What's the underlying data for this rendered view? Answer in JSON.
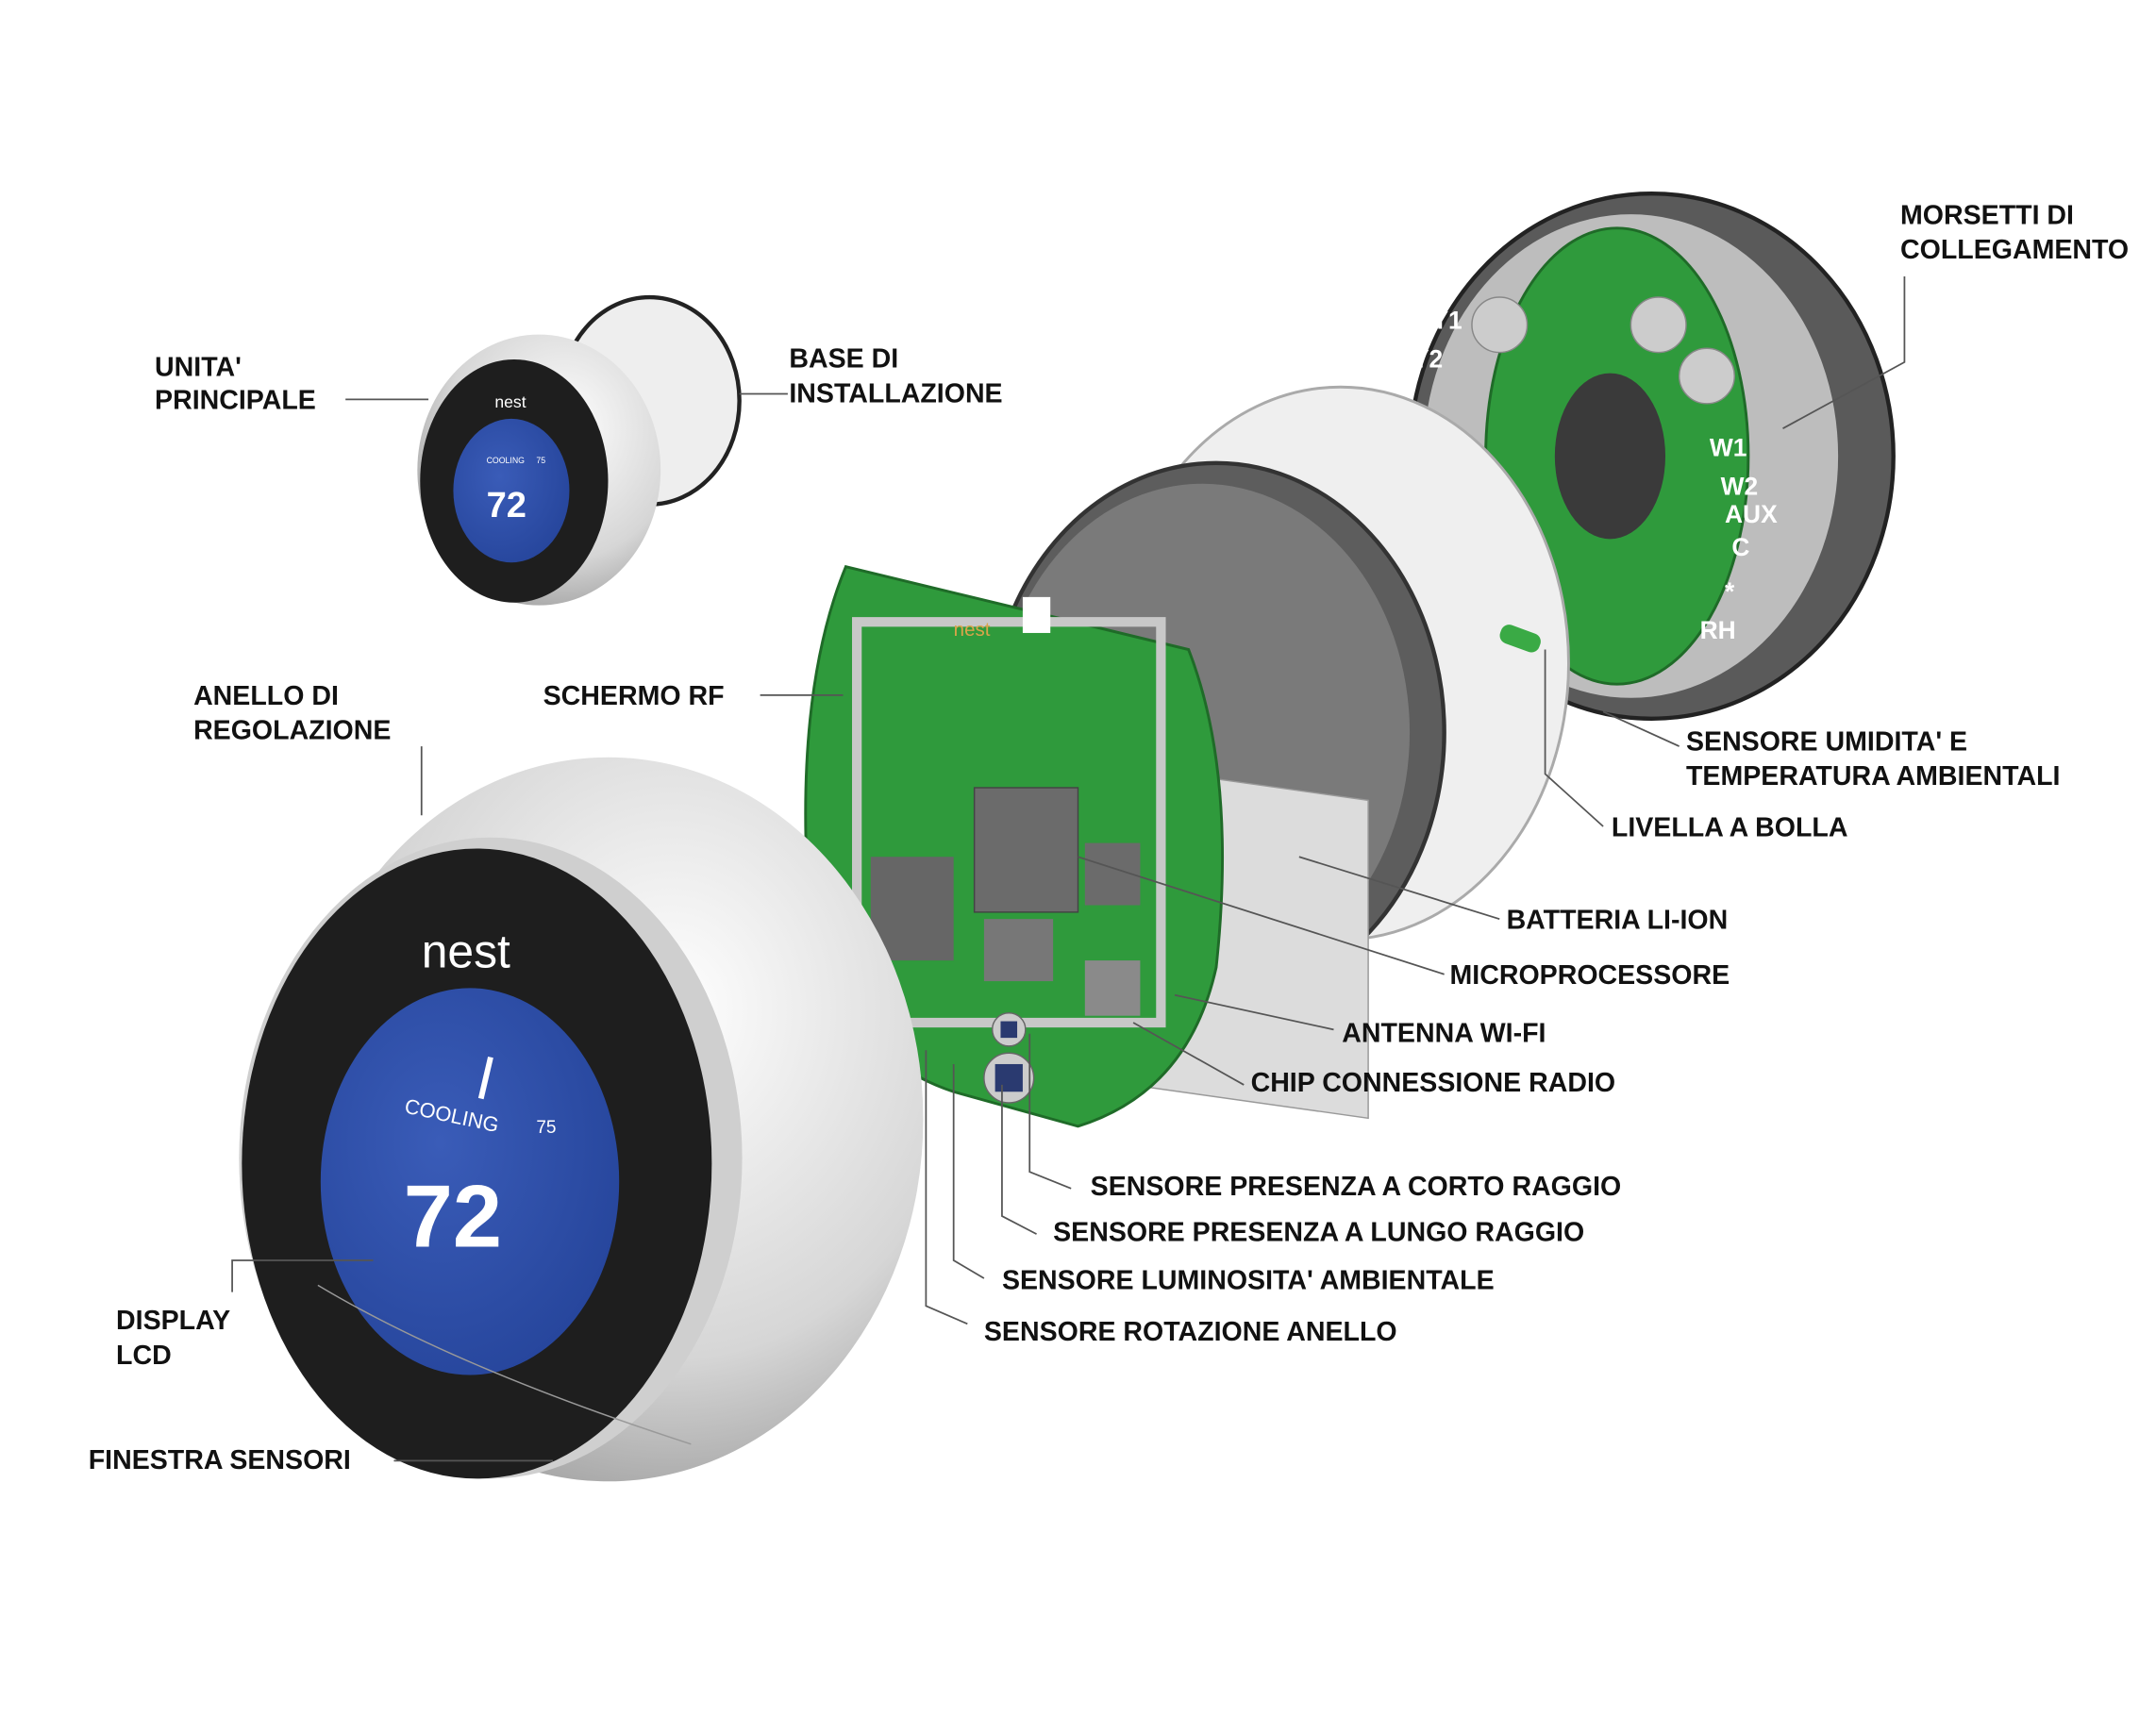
{
  "device": {
    "brand": "nest",
    "mode": "COOLING",
    "temperature": "72",
    "target": "75",
    "terminals": [
      "Y1",
      "Y2",
      "W1",
      "W2",
      "AUX",
      "C",
      "*",
      "RH"
    ]
  },
  "labels": {
    "unita_principale": [
      "UNITA'",
      "PRINCIPALE"
    ],
    "base_installazione": [
      "BASE DI",
      "INSTALLAZIONE"
    ],
    "morsetti": [
      "MORSETTI DI",
      "COLLEGAMENTO"
    ],
    "anello": [
      "ANELLO DI",
      "REGOLAZIONE"
    ],
    "schermo_rf": "SCHERMO RF",
    "sensore_umidita": [
      "SENSORE UMIDITA' E",
      "TEMPERATURA AMBIENTALI"
    ],
    "livella": "LIVELLA A BOLLA",
    "batteria": "BATTERIA LI-ION",
    "microprocessore": "MICROPROCESSORE",
    "antenna": "ANTENNA WI-FI",
    "chip_radio": "CHIP CONNESSIONE RADIO",
    "presenza_corto": "SENSORE PRESENZA A CORTO RAGGIO",
    "presenza_lungo": "SENSORE PRESENZA A LUNGO RAGGIO",
    "luminosita": "SENSORE LUMINOSITA' AMBIENTALE",
    "rotazione": "SENSORE ROTAZIONE ANELLO",
    "display": [
      "DISPLAY",
      "LCD"
    ],
    "finestra": "FINESTRA SENSORI"
  },
  "colors": {
    "pcb": "#2f9a3c",
    "display": "#2f50a8",
    "face": "#1e1e1e",
    "silver": "#d8d8d8"
  }
}
